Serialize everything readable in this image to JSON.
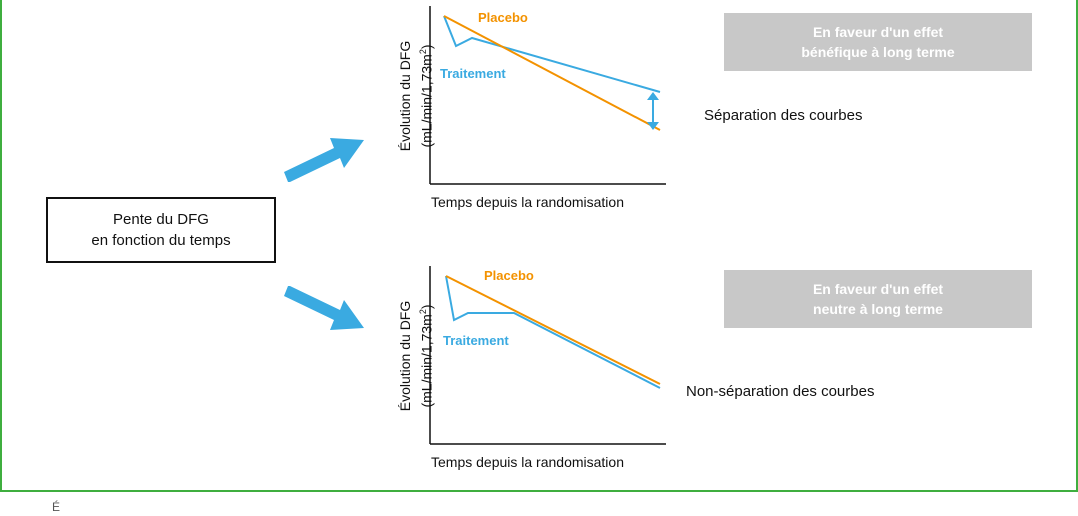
{
  "source": {
    "line1": "Pente du DFG",
    "line2": "en fonction du temps"
  },
  "y_axis": {
    "line1": "Évolution du DFG",
    "line2_prefix": "(mL/min/1,73m",
    "line2_sup": "2",
    "line2_suffix": ")"
  },
  "x_axis_label": "Temps depuis la randomisation",
  "series": {
    "placebo": "Placebo",
    "treatment": "Traitement"
  },
  "colors": {
    "placebo": "#f39200",
    "treatment": "#3aaae1",
    "arrow": "#3aaae1",
    "box": "#c8c8c8",
    "frame": "#3fae3f"
  },
  "top": {
    "effect_line1": "En faveur d'un effet",
    "effect_line2": "bénéfique à long terme",
    "separation": "Séparation des courbes"
  },
  "bottom": {
    "effect_line1": "En faveur d'un effet",
    "effect_line2": "neutre à long terme",
    "separation": "Non-séparation des courbes"
  },
  "footnote": "É"
}
